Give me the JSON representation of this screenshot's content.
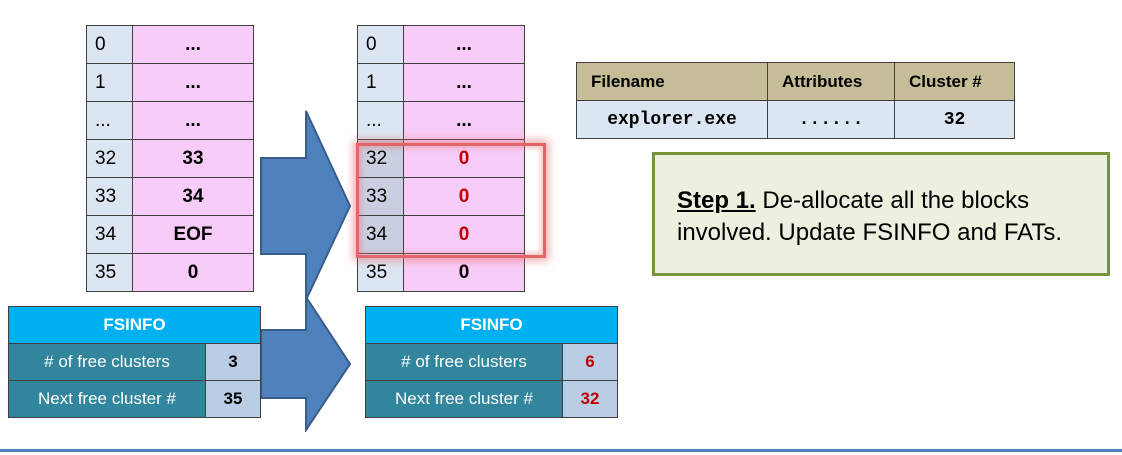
{
  "fat_before": {
    "rows": [
      {
        "index": "0",
        "value": "..."
      },
      {
        "index": "1",
        "value": "..."
      },
      {
        "index": "...",
        "value": "..."
      },
      {
        "index": "32",
        "value": "33"
      },
      {
        "index": "33",
        "value": "34"
      },
      {
        "index": "34",
        "value": "EOF"
      },
      {
        "index": "35",
        "value": "0"
      }
    ]
  },
  "fat_after": {
    "rows": [
      {
        "index": "0",
        "value": "..."
      },
      {
        "index": "1",
        "value": "..."
      },
      {
        "index": "...",
        "value": "..."
      },
      {
        "index": "32",
        "value": "0"
      },
      {
        "index": "33",
        "value": "0"
      },
      {
        "index": "34",
        "value": "0"
      },
      {
        "index": "35",
        "value": "0"
      }
    ]
  },
  "fsinfo_before": {
    "title": "FSINFO",
    "free_clusters_label": "# of free clusters",
    "free_clusters_value": "3",
    "next_free_label": "Next free cluster #",
    "next_free_value": "35"
  },
  "fsinfo_after": {
    "title": "FSINFO",
    "free_clusters_label": "# of free clusters",
    "free_clusters_value": "6",
    "next_free_label": "Next free cluster #",
    "next_free_value": "32"
  },
  "directory_entry": {
    "headers": [
      "Filename",
      "Attributes",
      "Cluster #"
    ],
    "filename": "explorer.exe",
    "attributes": "......",
    "cluster": "32"
  },
  "step": {
    "label": "Step 1.",
    "text": " De-allocate all the blocks involved. Update FSINFO and FATs."
  },
  "colors": {
    "changed_value": "#c00000",
    "fat_value_bg": "#f8ccf8",
    "fat_index_bg": "#dce6f2",
    "fsinfo_header_bg": "#00b0f0",
    "fsinfo_label_bg": "#31859c",
    "arrow_fill": "#4f81bd",
    "highlight": "#e0666a",
    "step_box_bg": "#ebf1de",
    "step_box_border": "#77933c"
  }
}
